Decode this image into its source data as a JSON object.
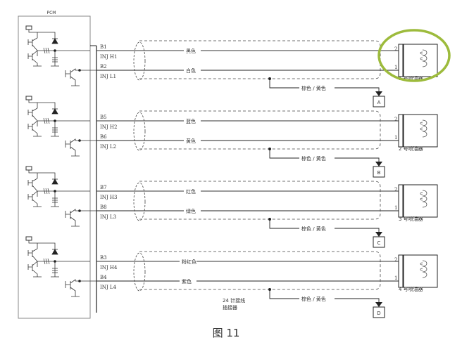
{
  "pcm_label": "PCM",
  "shield_ground_color": "棕色 / 黄色",
  "connector_label": [
    "24 针接线",
    "插接器"
  ],
  "figure_caption": "图 11",
  "highlight_color": "#9dbb3c",
  "channels": [
    {
      "high_pin": "B1",
      "high_name": "INJ H1",
      "high_color": "黑色",
      "low_pin": "B2",
      "low_name": "INJ L1",
      "low_color": "白色",
      "ground_ref": "A",
      "injector": "1 号喷油器",
      "highlighted": true
    },
    {
      "high_pin": "B5",
      "high_name": "INJ H2",
      "high_color": "蓝色",
      "low_pin": "B6",
      "low_name": "INJ L2",
      "low_color": "黄色",
      "ground_ref": "B",
      "injector": "2 号喷油器",
      "highlighted": false
    },
    {
      "high_pin": "B7",
      "high_name": "INJ H3",
      "high_color": "红色",
      "low_pin": "B8",
      "low_name": "INJ L3",
      "low_color": "绿色",
      "ground_ref": "C",
      "injector": "3 号喷油器",
      "highlighted": false
    },
    {
      "high_pin": "B3",
      "high_name": "INJ H4",
      "high_color": "粉红色",
      "low_pin": "B4",
      "low_name": "INJ L4",
      "low_color": "紫色",
      "ground_ref": "D",
      "injector": "4 号喷油器",
      "highlighted": false
    }
  ],
  "injector_pins": [
    "2",
    "1"
  ]
}
